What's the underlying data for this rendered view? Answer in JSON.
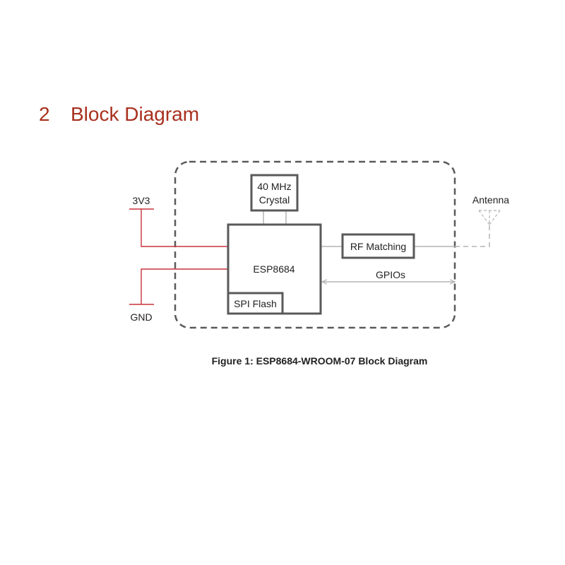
{
  "section": {
    "number": "2",
    "title": "Block Diagram"
  },
  "diagram": {
    "crystal": {
      "line1": "40 MHz",
      "line2": "Crystal"
    },
    "chip": "ESP8684",
    "flash": "SPI Flash",
    "rf": "RF Matching",
    "gpio": "GPIOs",
    "antenna": "Antenna",
    "power": "3V3",
    "ground": "GND"
  },
  "figure": {
    "caption": "Figure 1: ESP8684-WROOM-07 Block Diagram"
  },
  "colors": {
    "heading": "#a8301e",
    "power_line": "#c8323c",
    "block_border": "#595959",
    "signal_line": "#b4b4b4"
  }
}
